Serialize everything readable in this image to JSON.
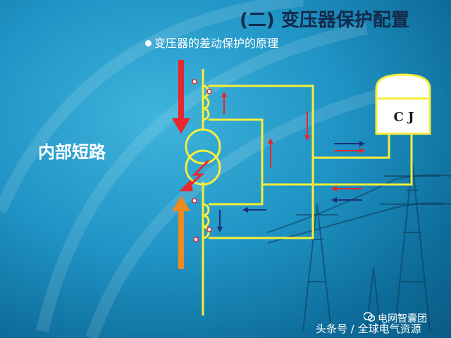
{
  "slide": {
    "title": "(二) 变压器保护配置",
    "subtitle": "变压器的差动保护的原理",
    "side_label": "内部短路",
    "relay_label": "C J"
  },
  "watermark": {
    "logo_text": "电网智囊团",
    "source_text": "头条号 / 全球电气资源"
  },
  "colors": {
    "background": "#1f93c4",
    "wire": "#f5ee3a",
    "arrow_red": "#e8262b",
    "arrow_navy": "#1b2f7a",
    "arrow_orange": "#f08a1c",
    "title": "#13294b"
  },
  "icons": [
    "bullet-icon",
    "transformer-icon",
    "current-transformer-coil-icon",
    "relay-icon",
    "fault-arrow-icon",
    "wechat-icon"
  ]
}
